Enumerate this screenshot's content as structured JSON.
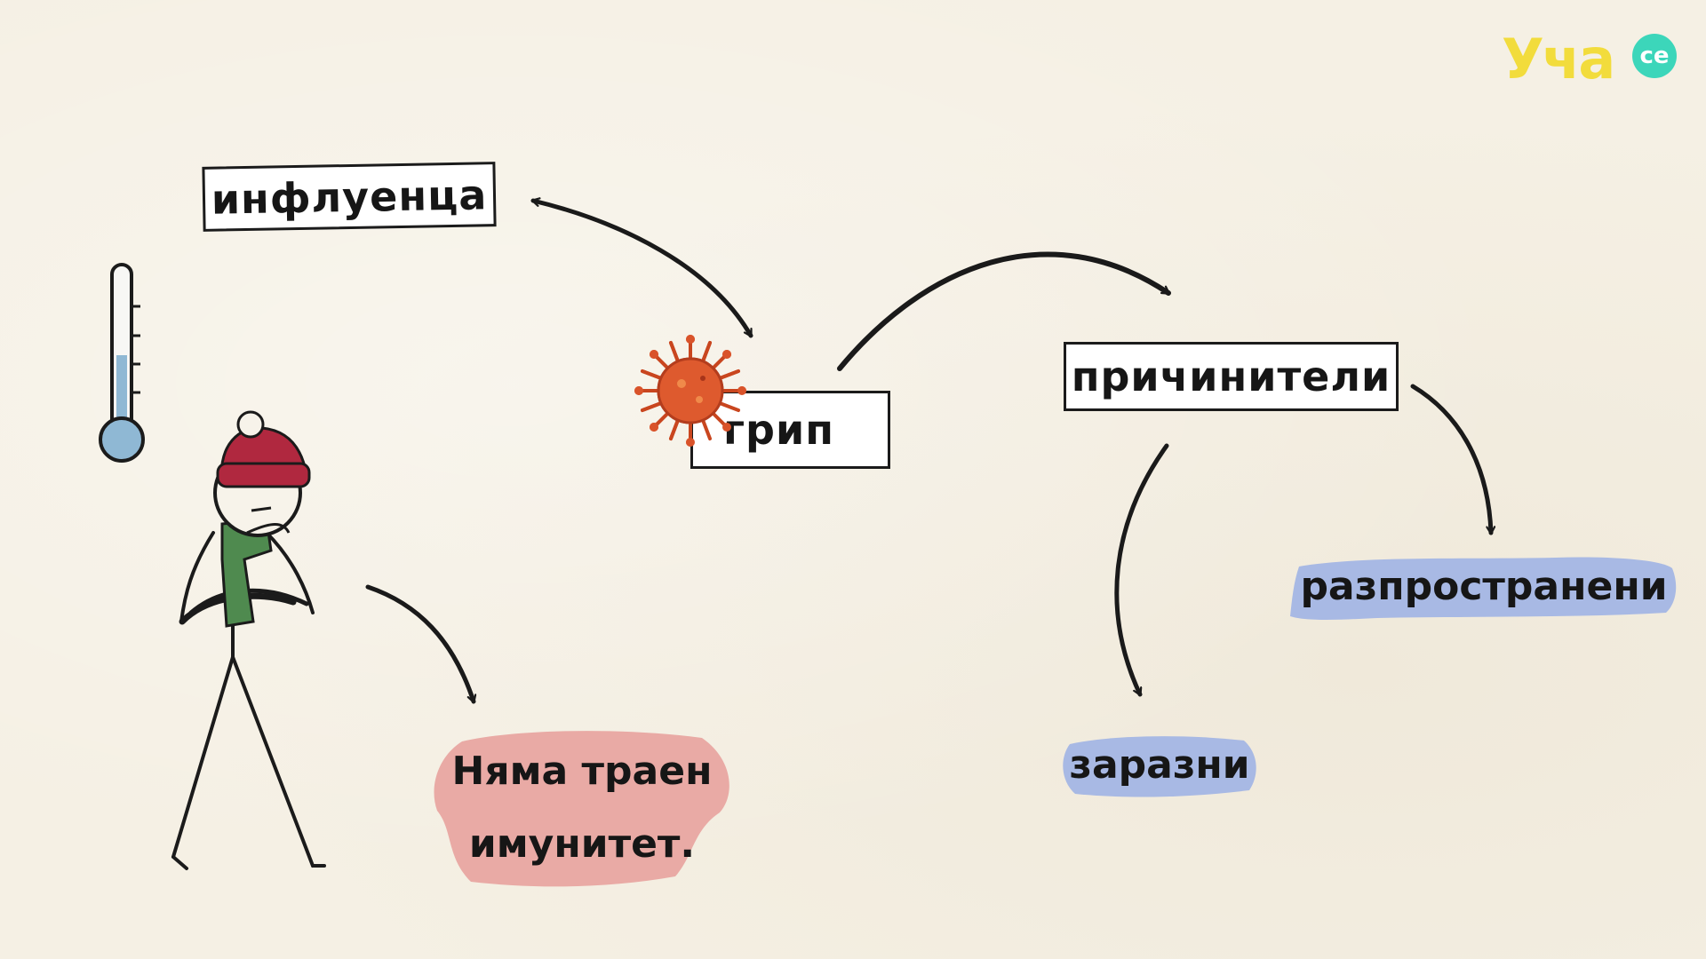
{
  "logo": {
    "main": "Уча",
    "badge": "се",
    "main_color": "#f2dc3c",
    "badge_color": "#3cd6ba"
  },
  "labels": {
    "influenza": "инфлуенца",
    "grip": "грип",
    "causes": "причинители",
    "widespread": "разпространени",
    "contagious": "заразни",
    "no_immunity_line1": "Няма траен",
    "no_immunity_line2": "имунитет."
  },
  "colors": {
    "blue_highlight": "#a8b9e4",
    "pink_highlight": "#e9aaa5",
    "virus": "#d9532a",
    "hat": "#b0283f",
    "scarf": "#4f8a4f",
    "thermometer_liquid": "#8fb8d4"
  },
  "icons": [
    "thermometer-icon",
    "virus-icon",
    "sick-person-figure"
  ]
}
